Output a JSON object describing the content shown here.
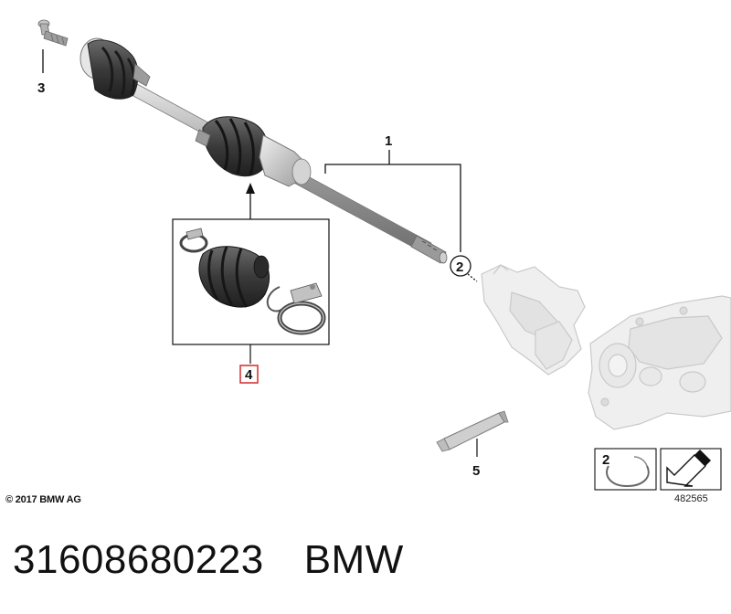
{
  "callouts": {
    "c1": "1",
    "c2": "2",
    "c3": "3",
    "c4": "4",
    "c5": "5",
    "legend_num": "2"
  },
  "copyright": "© 2017 BMW AG",
  "diagram_number": "482565",
  "part_number": "31608680223",
  "brand": "BMW",
  "colors": {
    "line": "#111111",
    "part_fill": "#b9b9b9",
    "boot_fill": "#3c3c3c",
    "ghost_fill": "#ececec",
    "highlight_box": "#d22b2b"
  }
}
